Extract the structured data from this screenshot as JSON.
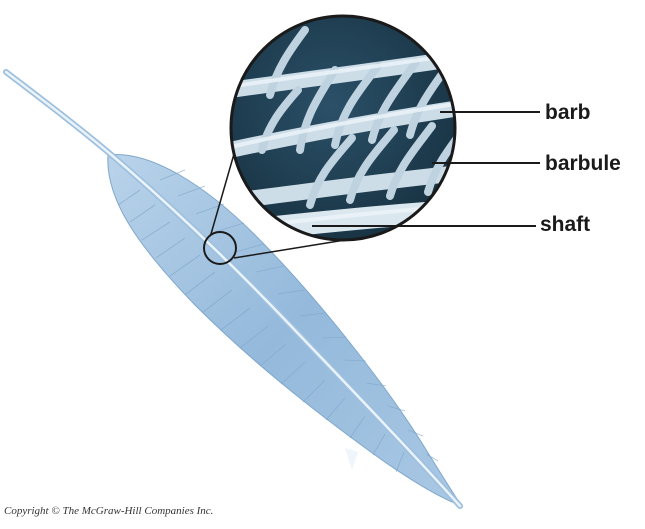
{
  "labels": {
    "barb": "barb",
    "barbule": "barbule",
    "shaft": "shaft"
  },
  "copyright": "Copyright © The McGraw-Hill Companies Inc.",
  "colors": {
    "feather_light": "#c7dcee",
    "feather_mid": "#8fb4d6",
    "feather_dark": "#5f8fbd",
    "shaft": "#e6f0f8",
    "magnifier_bg": "#1f3f55",
    "magnifier_structure": "#cfdfe9",
    "outline": "#1a1a1a"
  }
}
